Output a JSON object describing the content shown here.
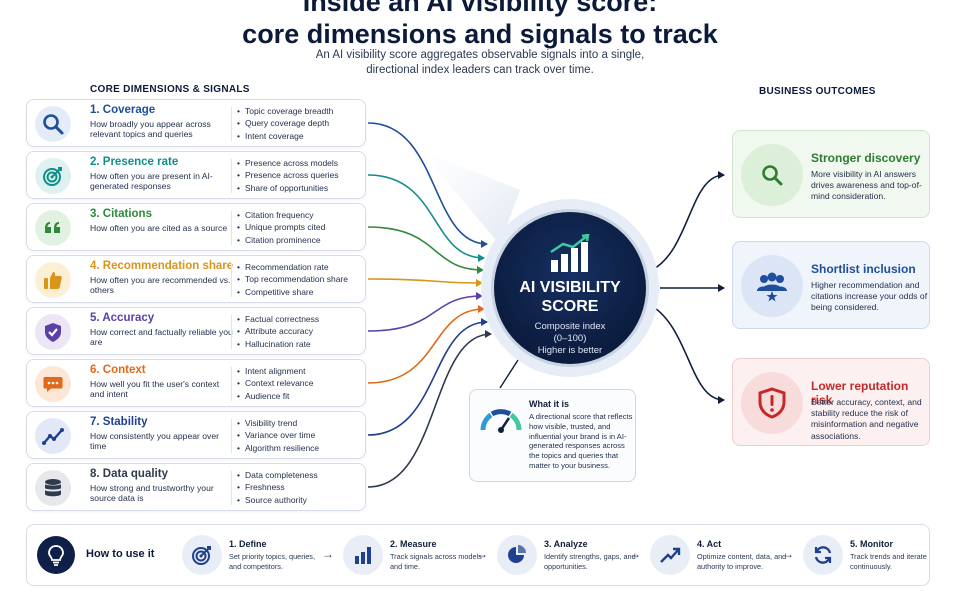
{
  "header": {
    "title_line1": "Inside an AI visibility score:",
    "title_line2": "core dimensions and signals to track",
    "subtitle_line1": "An AI visibility score aggregates observable signals into a single,",
    "subtitle_line2": "directional index leaders can track over time."
  },
  "sections": {
    "left_heading": "CORE DIMENSIONS & SIGNALS",
    "right_heading": "BUSINESS OUTCOMES"
  },
  "dimensions": [
    {
      "name": "1. Coverage",
      "desc": "How broadly you appear across relevant topics and queries",
      "color": "#1f4e9c",
      "bg": "#e3ecf8",
      "icon": "magnifier-icon",
      "signals": [
        "Topic coverage breadth",
        "Query coverage depth",
        "Intent coverage"
      ]
    },
    {
      "name": "2. Presence rate",
      "desc": "How often you are present in AI-generated responses",
      "color": "#0f8f8a",
      "bg": "#ddf2f0",
      "icon": "target-icon",
      "signals": [
        "Presence across models",
        "Presence across queries",
        "Share of opportunities"
      ]
    },
    {
      "name": "3. Citations",
      "desc": "How often you are cited as a source",
      "color": "#2e8a3a",
      "bg": "#e2f2e2",
      "icon": "quote-icon",
      "signals": [
        "Citation frequency",
        "Unique prompts cited",
        "Citation prominence"
      ]
    },
    {
      "name": "4. Recommendation share",
      "desc": "How often you are recommended vs. others",
      "color": "#d8951a",
      "bg": "#fbefd6",
      "icon": "thumbs-up-icon",
      "signals": [
        "Recommendation rate",
        "Top recommendation share",
        "Competitive share"
      ]
    },
    {
      "name": "5. Accuracy",
      "desc": "How correct and factually reliable you are",
      "color": "#5a3fa6",
      "bg": "#ebe5f6",
      "icon": "shield-check-icon",
      "signals": [
        "Factual correctness",
        "Attribute accuracy",
        "Hallucination rate"
      ]
    },
    {
      "name": "6. Context",
      "desc": "How well you fit the user's context and intent",
      "color": "#e06a1b",
      "bg": "#fce6d6",
      "icon": "chat-bubble-icon",
      "signals": [
        "Intent alignment",
        "Context relevance",
        "Audience fit"
      ]
    },
    {
      "name": "7. Stability",
      "desc": "How consistently you appear over time",
      "color": "#1f3f8f",
      "bg": "#e2e8f5",
      "icon": "trend-line-icon",
      "signals": [
        "Visibility trend",
        "Variance over time",
        "Algorithm resilience"
      ]
    },
    {
      "name": "8. Data quality",
      "desc": "How strong and trustworthy your source data is",
      "color": "#2f3a4d",
      "bg": "#e6e8ec",
      "icon": "database-icon",
      "signals": [
        "Data completeness",
        "Freshness",
        "Source authority"
      ]
    }
  ],
  "hub": {
    "title_line1": "AI VISIBILITY",
    "title_line2": "SCORE",
    "sub_line1": "Composite index",
    "sub_line2": "(0–100)",
    "sub_line3": "Higher is better"
  },
  "what_it_is": {
    "title": "What it is",
    "text": "A directional score that reflects how visible, trusted, and influential your brand is in AI-generated responses across the topics and queries that matter to your business."
  },
  "outcomes": [
    {
      "title": "Stronger discovery",
      "desc": "More visibility in AI answers drives awareness and top-of-mind consideration.",
      "color": "#2e7d32",
      "bg": "#f1f8ef",
      "border": "#cfe6cc",
      "icon_bg": "#dcefd8",
      "icon": "magnifier-icon"
    },
    {
      "title": "Shortlist inclusion",
      "desc": "Higher recommendation and citations increase your odds of being considered.",
      "color": "#1f4e9c",
      "bg": "#f0f4fb",
      "border": "#cdd9ee",
      "icon_bg": "#dbe5f5",
      "icon": "people-group-icon"
    },
    {
      "title": "Lower reputation risk",
      "desc": "Better accuracy, context, and stability reduce the risk of misinformation and negative associations.",
      "color": "#c62828",
      "bg": "#fcf0f0",
      "border": "#f0cccc",
      "icon_bg": "#f8dcdc",
      "icon": "shield-alert-icon"
    }
  ],
  "how_to_use": {
    "label": "How to use it",
    "steps": [
      {
        "title": "1. Define",
        "desc": "Set priority topics, queries, and competitors.",
        "icon": "target-icon"
      },
      {
        "title": "2. Measure",
        "desc": "Track signals across models and time.",
        "icon": "bar-chart-icon"
      },
      {
        "title": "3. Analyze",
        "desc": "Identify strengths, gaps, and opportunities.",
        "icon": "pie-chart-icon"
      },
      {
        "title": "4. Act",
        "desc": "Optimize content, data, and authority to improve.",
        "icon": "trend-up-icon"
      },
      {
        "title": "5. Monitor",
        "desc": "Track trends and iterate continuously.",
        "icon": "refresh-icon"
      }
    ]
  }
}
